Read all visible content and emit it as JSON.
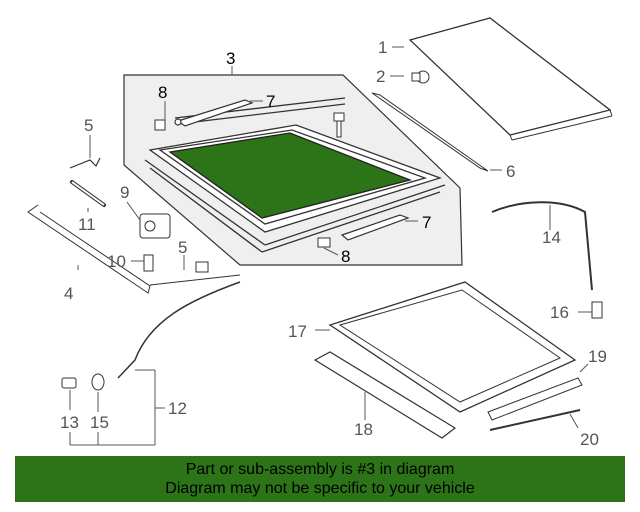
{
  "callouts": {
    "c1": "1",
    "c2": "2",
    "c3": "3",
    "c4": "4",
    "c5a": "5",
    "c5b": "5",
    "c6": "6",
    "c7a": "7",
    "c7b": "7",
    "c8a": "8",
    "c8b": "8",
    "c9": "9",
    "c10": "10",
    "c11": "11",
    "c12": "12",
    "c13": "13",
    "c14": "14",
    "c15": "15",
    "c16": "16",
    "c17": "17",
    "c18": "18",
    "c19": "19",
    "c20": "20"
  },
  "footer": {
    "line1": "Part or sub-assembly is #3 in diagram",
    "line2": "Diagram may not be specific to your vehicle"
  },
  "colors": {
    "highlight": "#2d7419",
    "line": "#444444",
    "panel": "#efefef"
  }
}
